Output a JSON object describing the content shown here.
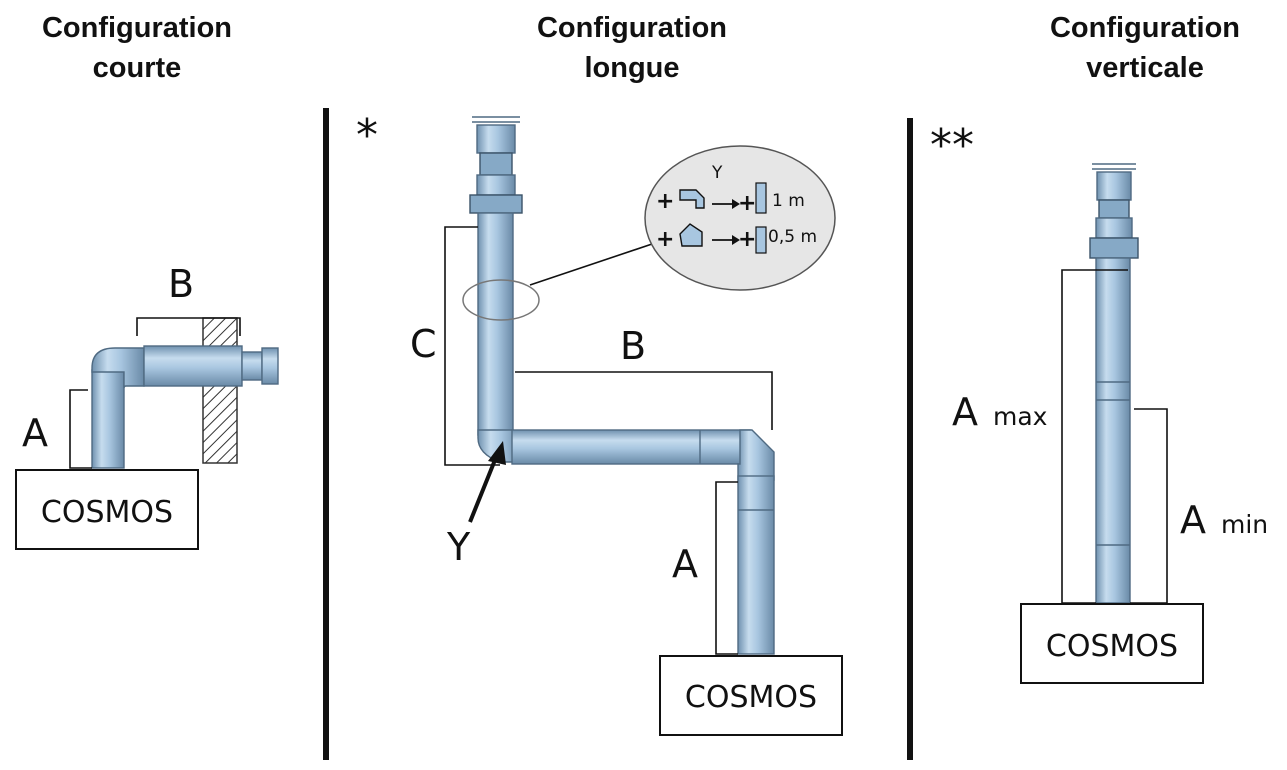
{
  "titles": {
    "courte_line1": "Configuration",
    "courte_line2": "courte",
    "longue_line1": "Configuration",
    "longue_line2": "longue",
    "verticale_line1": "Configuration",
    "verticale_line2": "verticale"
  },
  "markers": {
    "longue": "*",
    "verticale": "**"
  },
  "courte": {
    "label_a": "A",
    "label_b": "B",
    "box": "COSMOS"
  },
  "longue": {
    "label_a": "A",
    "label_b": "B",
    "label_c": "C",
    "label_y": "Y",
    "box": "COSMOS",
    "inset": {
      "title": "Y",
      "plus": "+",
      "row1_value": "1 m",
      "row2_value": "0,5 m"
    }
  },
  "verticale": {
    "label_a": "A",
    "label_max": "max",
    "label_min": "min",
    "box": "COSMOS"
  },
  "colors": {
    "pipe": "#a8c6e0",
    "line": "#111111"
  }
}
